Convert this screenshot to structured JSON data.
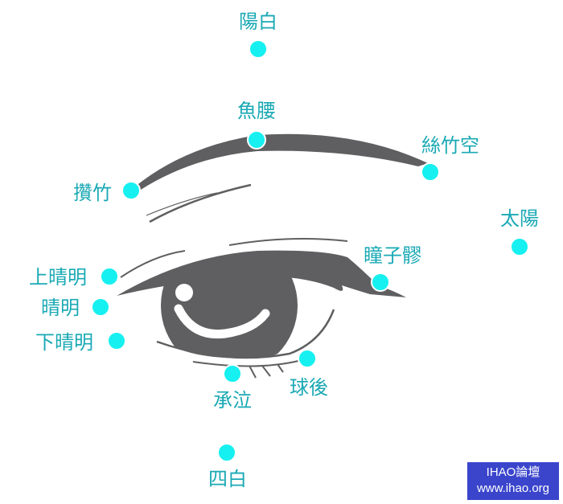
{
  "points": {
    "yangbai": "陽白",
    "yuyao": "魚腰",
    "sizhukong": "絲竹空",
    "cuanzhu": "攢竹",
    "taiyang": "太陽",
    "tongziliao": "瞳子髎",
    "shangjingming": "上晴明",
    "jingming": "晴明",
    "xiajingming": "下晴明",
    "chengqi": "承泣",
    "qiuhou": "球後",
    "sibai": "四白"
  },
  "watermark": {
    "line1": "IHAO論壇",
    "line2": "www.ihao.org"
  },
  "colors": {
    "point": "#16f0f0",
    "label": "#1aa9b4",
    "drawing": "#5f5f61",
    "watermark_bg": "#3a45cc"
  }
}
